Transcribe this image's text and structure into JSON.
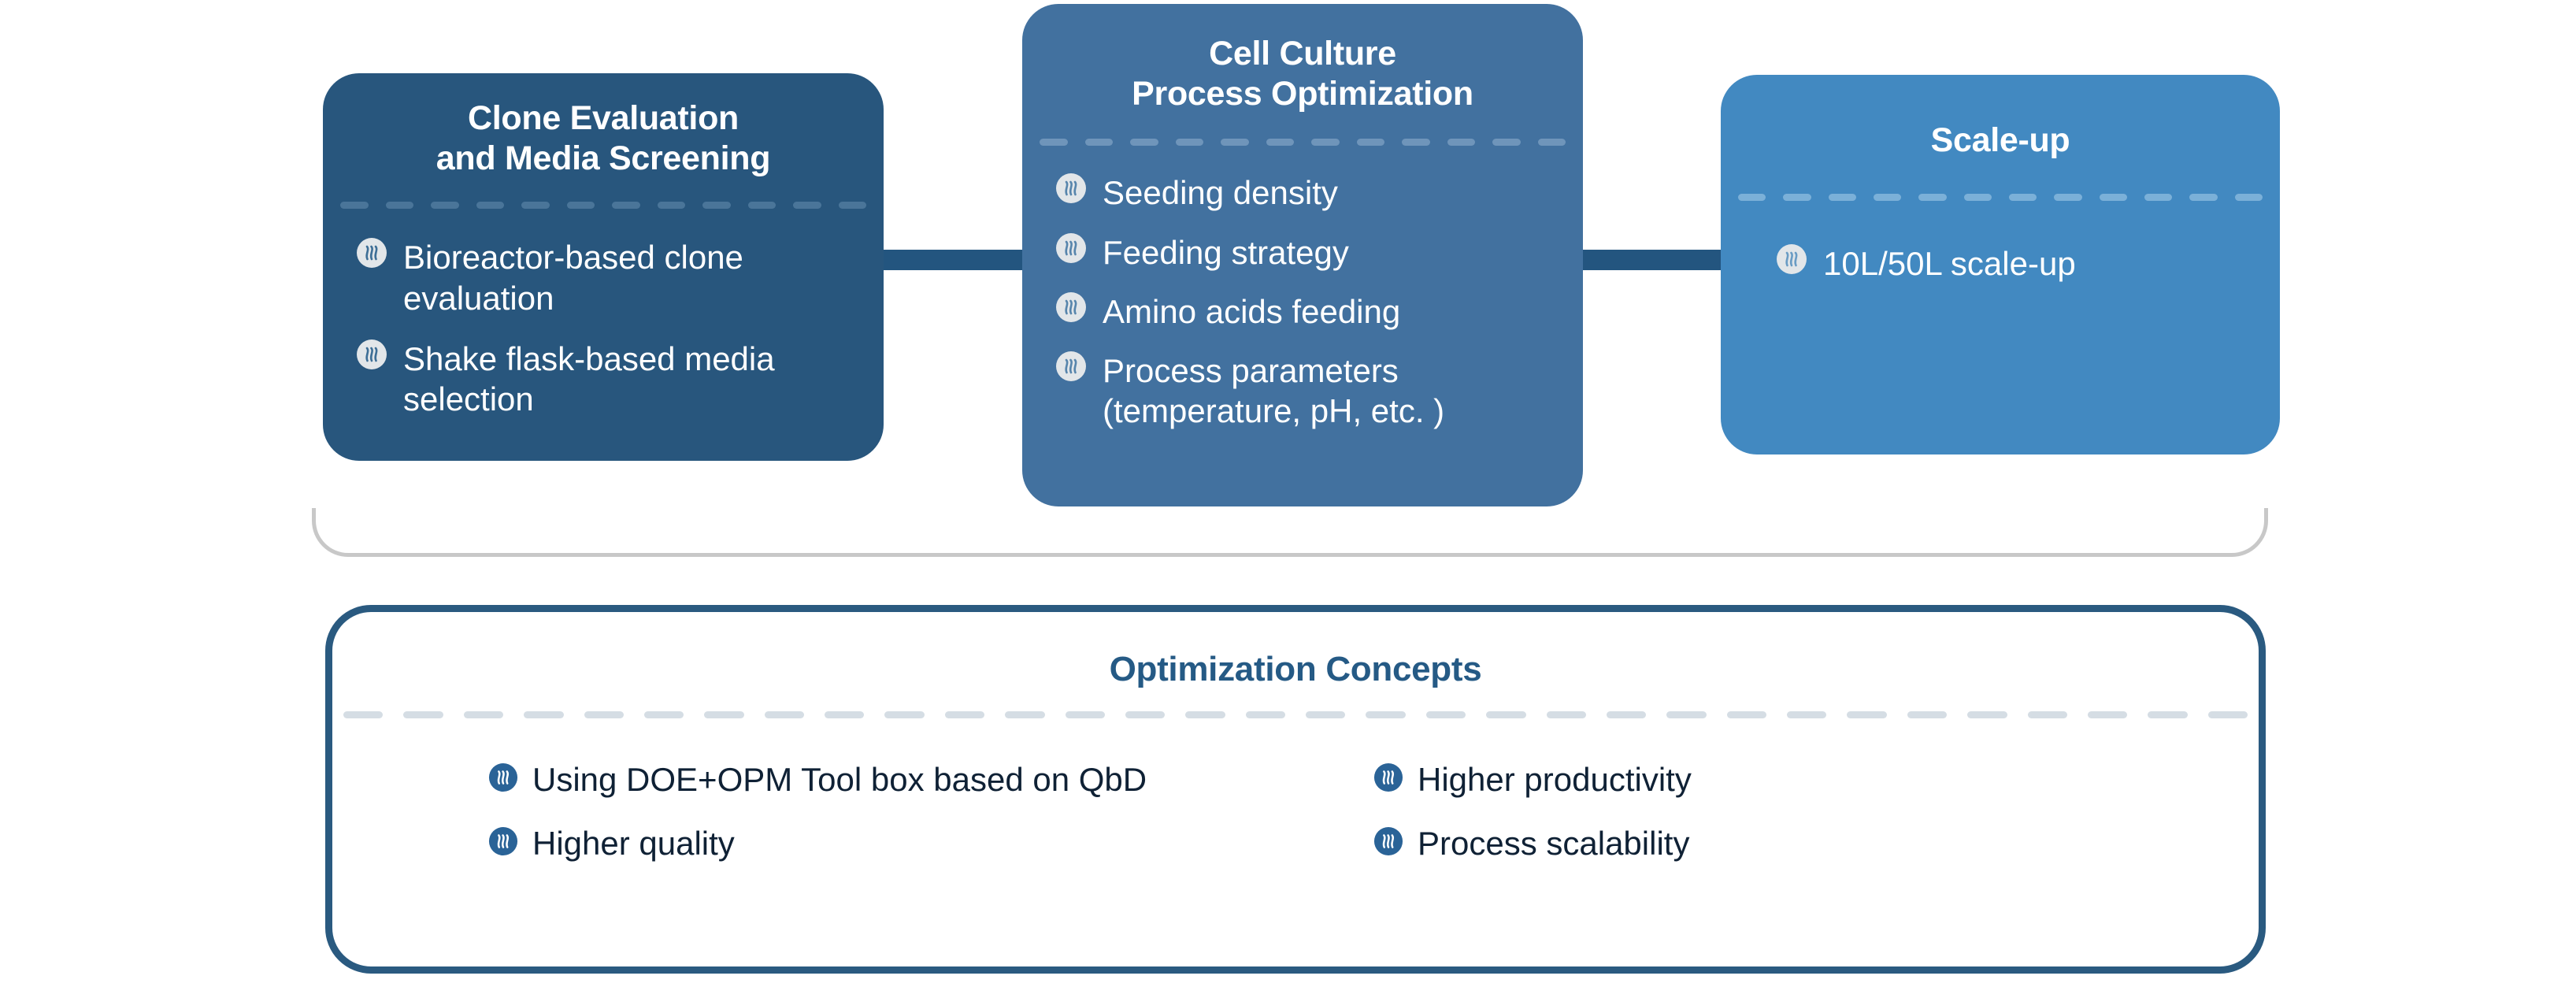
{
  "colors": {
    "card1_bg": "#28567d",
    "card2_bg": "#42719f",
    "card3_bg": "#4289c1",
    "connector": "#23557f",
    "bracket": "#c8c8c8",
    "panel_border": "#2a5a80",
    "panel_title": "#255a85",
    "bullet_light_circle": "#e2e6e9",
    "bullet_dark_circle": "#2a6397",
    "bullet_text_dark": "#0f2135"
  },
  "cards": [
    {
      "id": "clone-evaluation",
      "title": "Clone Evaluation\nand Media Screening",
      "bullet_icon": "wave-circle-icon",
      "items": [
        "Bioreactor-based clone\nevaluation",
        "Shake flask-based media\nselection"
      ]
    },
    {
      "id": "cell-culture-process-optimization",
      "title": "Cell Culture\nProcess Optimization",
      "bullet_icon": "wave-circle-icon",
      "items": [
        "Seeding density",
        "Feeding strategy",
        "Amino acids feeding",
        "Process parameters\n(temperature, pH, etc. )"
      ]
    },
    {
      "id": "scale-up",
      "title": "Scale-up",
      "bullet_icon": "wave-circle-icon",
      "items": [
        "10L/50L scale-up"
      ]
    }
  ],
  "panel": {
    "id": "optimization-concepts",
    "title": "Optimization Concepts",
    "bullet_icon": "wave-circle-icon",
    "items": [
      "Using DOE+OPM Tool box based on QbD",
      "Higher productivity",
      "Higher quality",
      "Process scalability"
    ]
  }
}
